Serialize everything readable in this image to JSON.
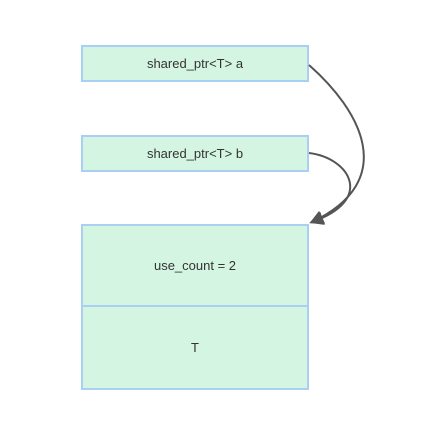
{
  "pointers": [
    {
      "label": "shared_ptr<T> a"
    },
    {
      "label": "shared_ptr<T> b"
    }
  ],
  "control_block": {
    "count_label": "use_count = 2",
    "object_label": "T"
  },
  "colors": {
    "box_fill": "#d5f5e3",
    "box_border": "#a9cff3",
    "arrow": "#555555"
  }
}
